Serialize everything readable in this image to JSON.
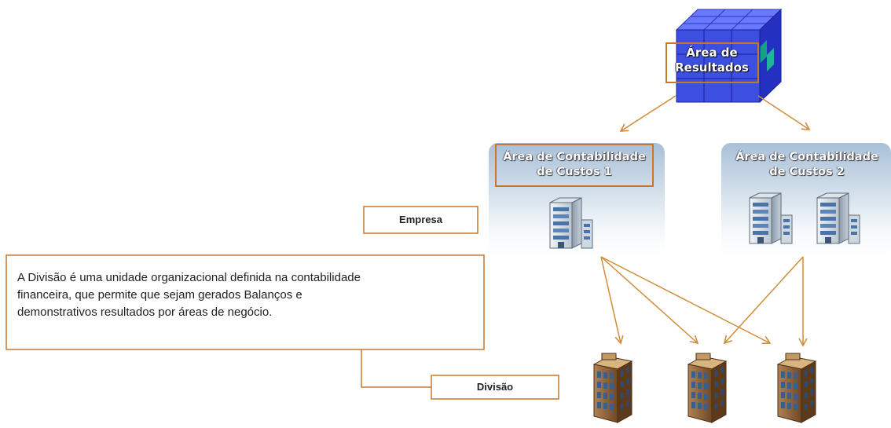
{
  "result_area": {
    "label_line1": "Área de",
    "label_line2": "Resultados",
    "icon": "cube-icon"
  },
  "cost_area_1": {
    "title_line1": "Área de Contabilidade",
    "title_line2": "de Custos 1",
    "icon": "office-building-icon"
  },
  "cost_area_2": {
    "title_line1": "Área de Contabilidade",
    "title_line2": "de Custos 2",
    "icon": "office-building-icon"
  },
  "company_label": "Empresa",
  "division_label": "Divisão",
  "description": {
    "line1": "A Divisão é uma unidade organizacional definida na contabilidade",
    "line2": "financeira, que permite que sejam gerados Balanços e",
    "line3": "demonstrativos resultados por áreas de negócio."
  },
  "colors": {
    "callout_border": "#c8782a",
    "arrow": "#d08c3a",
    "cube": "#3d4fe0",
    "panel": "#b8cde0",
    "division_building": "#8a5e34"
  }
}
